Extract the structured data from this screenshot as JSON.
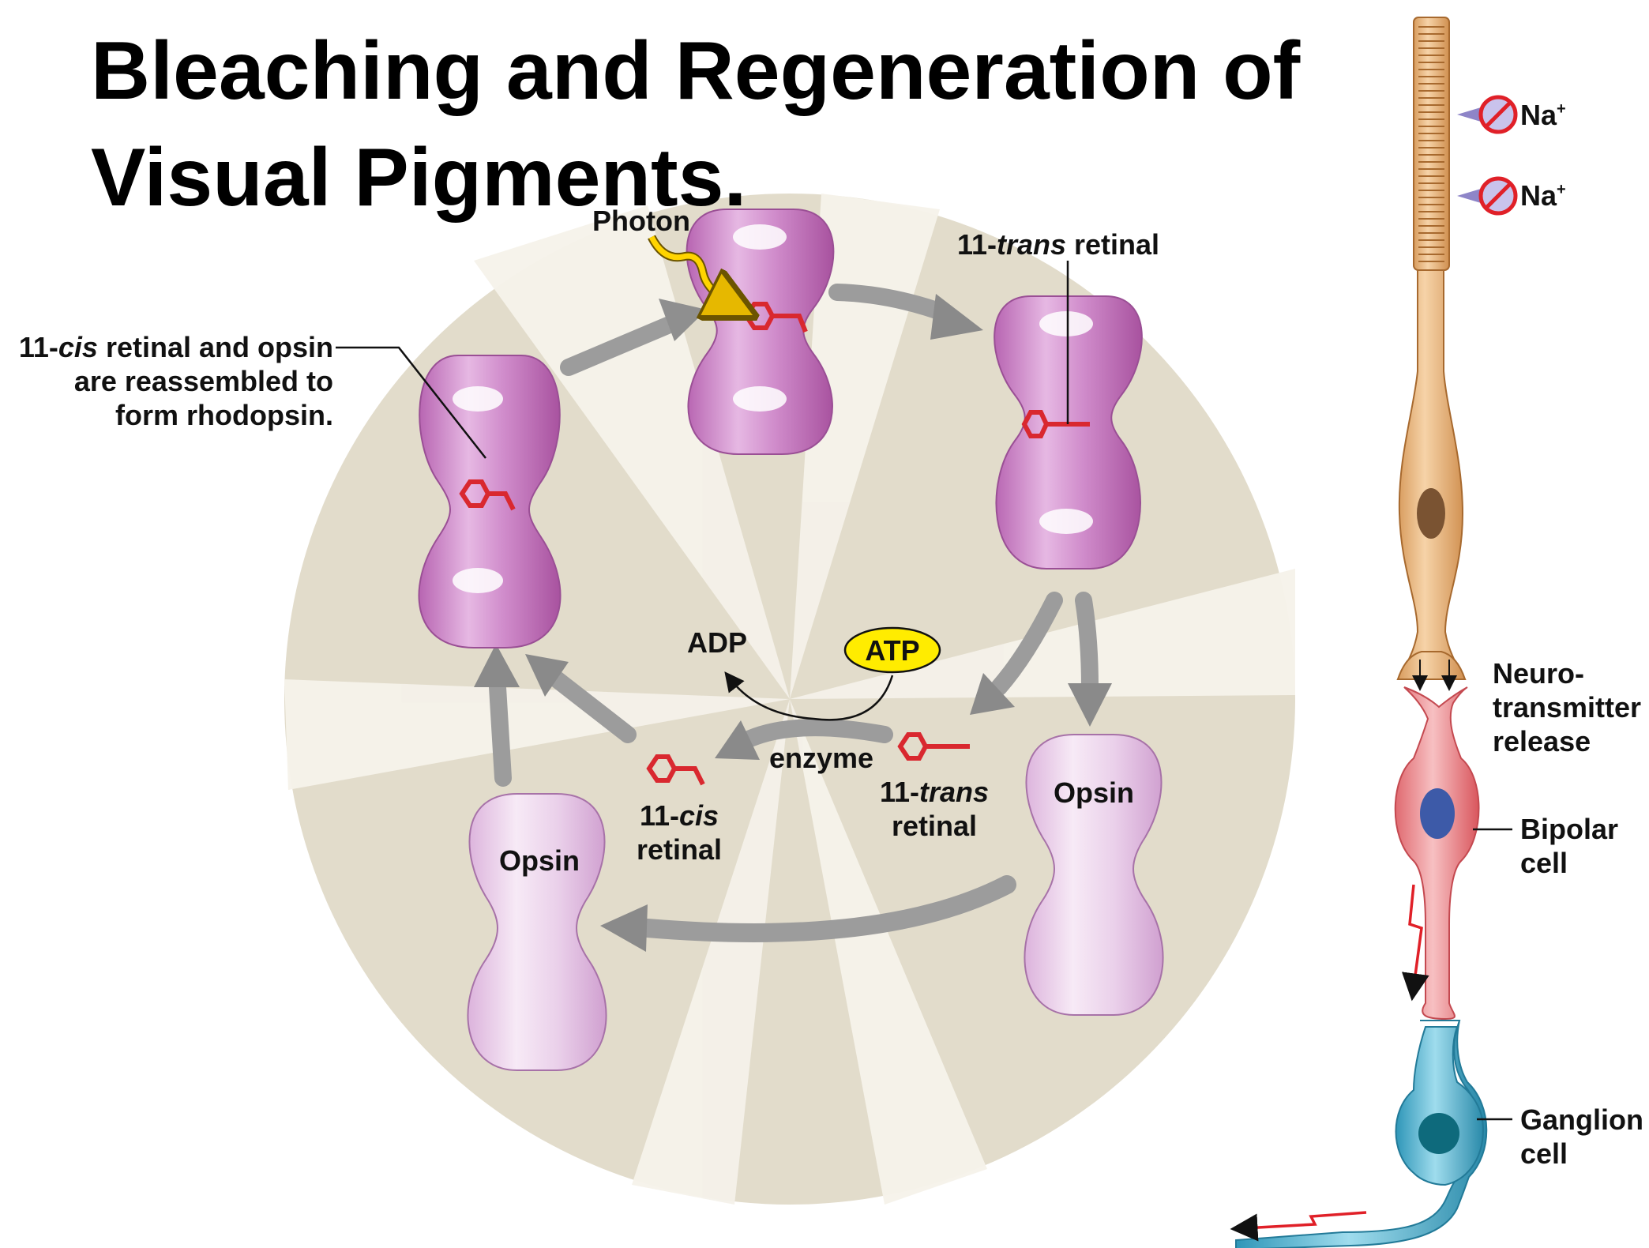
{
  "title": {
    "line1": "Bleaching and Regeneration of",
    "line2": "Visual Pigments."
  },
  "cycle": {
    "photon": "Photon",
    "reassembly": {
      "line1_prefix": "11-",
      "line1_italic": "cis",
      "line1_rest": " retinal and opsin",
      "line2": "are reassembled to",
      "line3": "form rhodopsin."
    },
    "trans_top": {
      "prefix": "11-",
      "italic": "trans",
      "rest": " retinal"
    },
    "adp": "ADP",
    "atp": "ATP",
    "enzyme": "enzyme",
    "trans_bottom": {
      "prefix": "11-",
      "italic": "trans",
      "line2": "retinal"
    },
    "cis_bottom": {
      "prefix": "11-",
      "italic": "cis",
      "line2": "retinal"
    },
    "opsin_right": "Opsin",
    "opsin_left": "Opsin"
  },
  "cells": {
    "na_1": "Na",
    "na_2": "Na",
    "na_sup": "+",
    "neuro": {
      "line1": "Neuro-",
      "line2": "transmitter",
      "line3": "release"
    },
    "bipolar": {
      "line1": "Bipolar",
      "line2": "cell"
    },
    "ganglion": {
      "line1": "Ganglion",
      "line2": "cell"
    }
  },
  "colors": {
    "rhodopsin": "#c77fc0",
    "opsin": "#e8c6e8",
    "retinal": "#d9282f",
    "atp_fill": "#ffec00",
    "background_disc": "#e2dccb",
    "rod": "#eab983",
    "bipolar": "#ec8a8f",
    "ganglion": "#4fb1cf"
  }
}
